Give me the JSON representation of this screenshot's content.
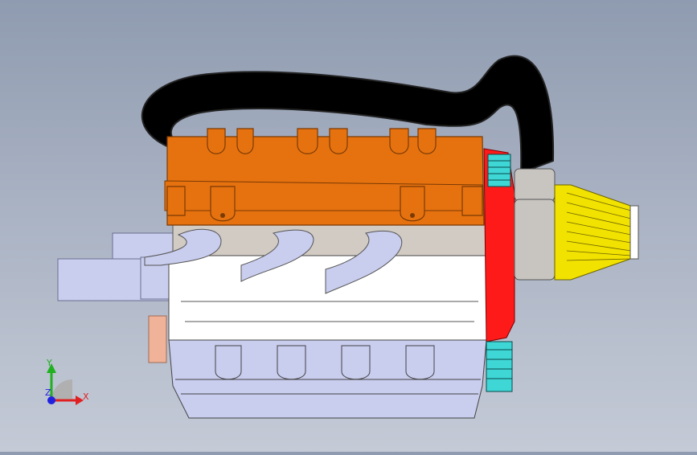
{
  "viewport": {
    "background_top": "#8f9bb0",
    "background_bottom": "#c4cad6"
  },
  "model": {
    "parts": {
      "valve_cover_color": "#e6720f",
      "intake_hose_color": "#000000",
      "air_filter_color": "#f2e200",
      "timing_cover_color": "#ff1a1a",
      "belt_color": "#3fd6d6",
      "manifold_color": "#c9cdee",
      "oil_pan_color": "#c9cdee",
      "block_color": "#ffffff",
      "head_color": "#d2cbc4",
      "pulley_color": "#f0b39a"
    }
  },
  "triad": {
    "x_label": "X",
    "y_label": "Y",
    "z_label": "Z",
    "x_color": "#e02020",
    "y_color": "#20b020",
    "z_color": "#2020e0"
  }
}
